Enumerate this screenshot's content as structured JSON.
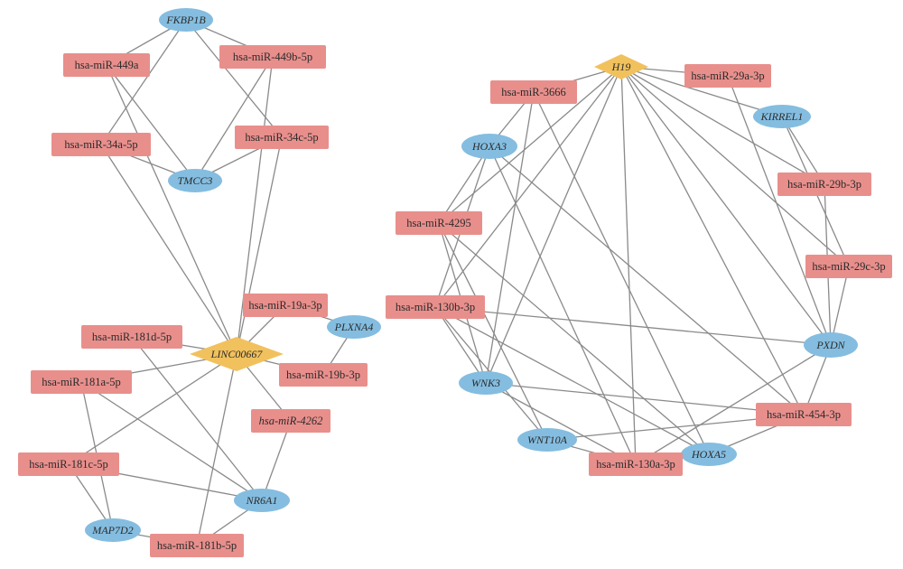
{
  "colors": {
    "mirna": "#e88f8c",
    "gene": "#84bde0",
    "lncrna": "#f1c15d",
    "edge": "#8a8a8a"
  },
  "nodes": [
    {
      "id": "FKBP1B",
      "label": "FKBP1B",
      "type": "gene"
    },
    {
      "id": "mir449a",
      "label": "hsa-miR-449a",
      "type": "mirna"
    },
    {
      "id": "mir449b",
      "label": "hsa-miR-449b-5p",
      "type": "mirna"
    },
    {
      "id": "mir34a",
      "label": "hsa-miR-34a-5p",
      "type": "mirna"
    },
    {
      "id": "mir34c",
      "label": "hsa-miR-34c-5p",
      "type": "mirna"
    },
    {
      "id": "TMCC3",
      "label": "TMCC3",
      "type": "gene"
    },
    {
      "id": "mir19a",
      "label": "hsa-miR-19a-3p",
      "type": "mirna"
    },
    {
      "id": "PLXNA4",
      "label": "PLXNA4",
      "type": "gene"
    },
    {
      "id": "mir181d",
      "label": "hsa-miR-181d-5p",
      "type": "mirna"
    },
    {
      "id": "LINC00667",
      "label": "LINC00667",
      "type": "lncrna"
    },
    {
      "id": "mir19b",
      "label": "hsa-miR-19b-3p",
      "type": "mirna"
    },
    {
      "id": "mir181a",
      "label": "hsa-miR-181a-5p",
      "type": "mirna"
    },
    {
      "id": "mir4262",
      "label": "hsa-miR-4262",
      "type": "mirna",
      "italic": true
    },
    {
      "id": "mir181c",
      "label": "hsa-miR-181c-5p",
      "type": "mirna"
    },
    {
      "id": "NR6A1",
      "label": "NR6A1",
      "type": "gene"
    },
    {
      "id": "MAP7D2",
      "label": "MAP7D2",
      "type": "gene"
    },
    {
      "id": "mir181b",
      "label": "hsa-miR-181b-5p",
      "type": "mirna"
    },
    {
      "id": "H19",
      "label": "H19",
      "type": "lncrna"
    },
    {
      "id": "mir29a",
      "label": "hsa-miR-29a-3p",
      "type": "mirna"
    },
    {
      "id": "mir3666",
      "label": "hsa-miR-3666",
      "type": "mirna"
    },
    {
      "id": "KIRREL1",
      "label": "KIRREL1",
      "type": "gene"
    },
    {
      "id": "HOXA3",
      "label": "HOXA3",
      "type": "gene"
    },
    {
      "id": "mir29b",
      "label": "hsa-miR-29b-3p",
      "type": "mirna"
    },
    {
      "id": "mir4295",
      "label": "hsa-miR-4295",
      "type": "mirna"
    },
    {
      "id": "mir29c",
      "label": "hsa-miR-29c-3p",
      "type": "mirna"
    },
    {
      "id": "mir130b",
      "label": "hsa-miR-130b-3p",
      "type": "mirna"
    },
    {
      "id": "PXDN",
      "label": "PXDN",
      "type": "gene"
    },
    {
      "id": "WNK3",
      "label": "WNK3",
      "type": "gene"
    },
    {
      "id": "mir454",
      "label": "hsa-miR-454-3p",
      "type": "mirna"
    },
    {
      "id": "WNT10A",
      "label": "WNT10A",
      "type": "gene"
    },
    {
      "id": "HOXA5",
      "label": "HOXA5",
      "type": "gene"
    },
    {
      "id": "mir130a",
      "label": "hsa-miR-130a-3p",
      "type": "mirna"
    }
  ],
  "edges": [
    [
      "FKBP1B",
      "mir449a"
    ],
    [
      "FKBP1B",
      "mir449b"
    ],
    [
      "FKBP1B",
      "mir34a"
    ],
    [
      "FKBP1B",
      "mir34c"
    ],
    [
      "TMCC3",
      "mir449a"
    ],
    [
      "TMCC3",
      "mir449b"
    ],
    [
      "TMCC3",
      "mir34a"
    ],
    [
      "TMCC3",
      "mir34c"
    ],
    [
      "LINC00667",
      "mir449a"
    ],
    [
      "LINC00667",
      "mir449b"
    ],
    [
      "LINC00667",
      "mir34a"
    ],
    [
      "LINC00667",
      "mir34c"
    ],
    [
      "LINC00667",
      "mir19a"
    ],
    [
      "LINC00667",
      "mir19b"
    ],
    [
      "PLXNA4",
      "mir19a"
    ],
    [
      "PLXNA4",
      "mir19b"
    ],
    [
      "LINC00667",
      "mir181d"
    ],
    [
      "LINC00667",
      "mir181a"
    ],
    [
      "LINC00667",
      "mir181c"
    ],
    [
      "LINC00667",
      "mir181b"
    ],
    [
      "LINC00667",
      "mir4262"
    ],
    [
      "NR6A1",
      "mir4262"
    ],
    [
      "NR6A1",
      "mir181d"
    ],
    [
      "NR6A1",
      "mir181a"
    ],
    [
      "NR6A1",
      "mir181c"
    ],
    [
      "NR6A1",
      "mir181b"
    ],
    [
      "MAP7D2",
      "mir181a"
    ],
    [
      "MAP7D2",
      "mir181c"
    ],
    [
      "MAP7D2",
      "mir181b"
    ],
    [
      "H19",
      "mir3666"
    ],
    [
      "H19",
      "mir29a"
    ],
    [
      "H19",
      "mir29b"
    ],
    [
      "H19",
      "mir29c"
    ],
    [
      "H19",
      "mir130b"
    ],
    [
      "H19",
      "mir130a"
    ],
    [
      "H19",
      "mir454"
    ],
    [
      "H19",
      "mir4295"
    ],
    [
      "H19",
      "WNK3"
    ],
    [
      "H19",
      "PXDN"
    ],
    [
      "H19",
      "KIRREL1"
    ],
    [
      "KIRREL1",
      "mir29b"
    ],
    [
      "KIRREL1",
      "mir29c"
    ],
    [
      "PXDN",
      "mir29a"
    ],
    [
      "PXDN",
      "mir29b"
    ],
    [
      "PXDN",
      "mir29c"
    ],
    [
      "PXDN",
      "mir130b"
    ],
    [
      "PXDN",
      "mir454"
    ],
    [
      "PXDN",
      "mir130a"
    ],
    [
      "HOXA3",
      "mir3666"
    ],
    [
      "HOXA3",
      "mir4295"
    ],
    [
      "HOXA3",
      "mir130b"
    ],
    [
      "HOXA3",
      "mir130a"
    ],
    [
      "HOXA3",
      "mir454"
    ],
    [
      "HOXA5",
      "mir3666"
    ],
    [
      "HOXA5",
      "mir4295"
    ],
    [
      "HOXA5",
      "mir130b"
    ],
    [
      "HOXA5",
      "mir130a"
    ],
    [
      "HOXA5",
      "mir454"
    ],
    [
      "WNK3",
      "mir3666"
    ],
    [
      "WNK3",
      "mir4295"
    ],
    [
      "WNK3",
      "mir130b"
    ],
    [
      "WNK3",
      "mir130a"
    ],
    [
      "WNK3",
      "mir454"
    ],
    [
      "WNT10A",
      "mir4295"
    ],
    [
      "WNT10A",
      "mir130b"
    ],
    [
      "WNT10A",
      "mir130a"
    ],
    [
      "WNT10A",
      "mir454"
    ]
  ]
}
